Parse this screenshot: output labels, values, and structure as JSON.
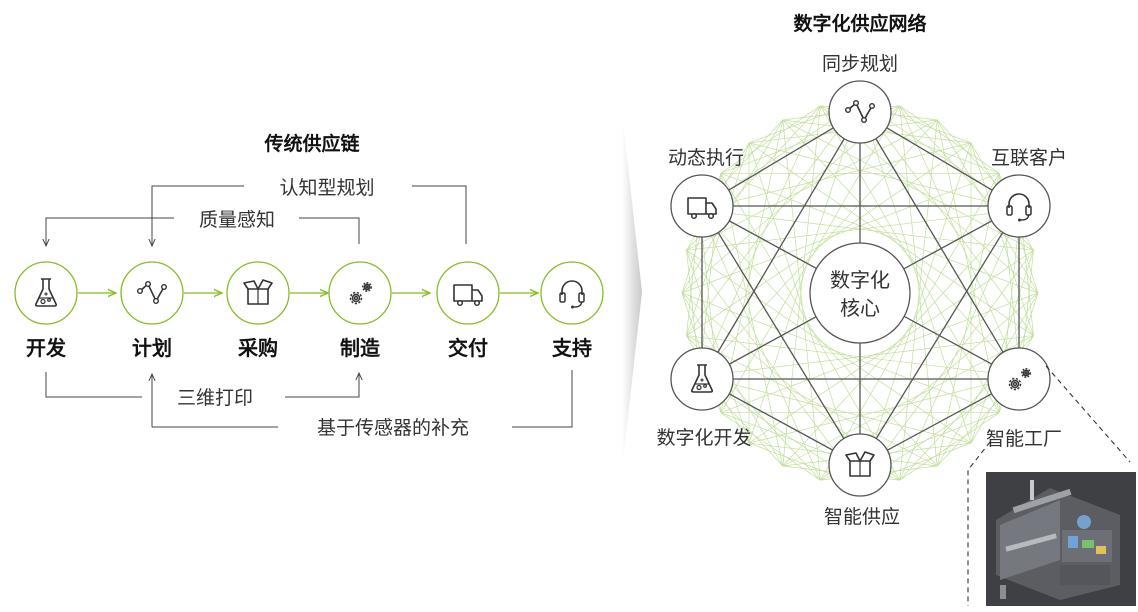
{
  "traditional": {
    "title": "传统供应链",
    "stages": [
      {
        "label": "开发",
        "icon": "flask-icon"
      },
      {
        "label": "计划",
        "icon": "trend-line-icon"
      },
      {
        "label": "采购",
        "icon": "box-icon"
      },
      {
        "label": "制造",
        "icon": "gears-icon"
      },
      {
        "label": "交付",
        "icon": "truck-icon"
      },
      {
        "label": "支持",
        "icon": "headset-icon"
      }
    ],
    "feedback": {
      "cognitive_planning": "认知型规划",
      "quality_sensing": "质量感知",
      "printing_3d": "三维打印",
      "sensor_replenishment": "基于传感器的补充"
    }
  },
  "network": {
    "title": "数字化供应网络",
    "core_line1": "数字化",
    "core_line2": "核心",
    "nodes": [
      {
        "label": "同步规划",
        "icon": "trend-line-icon"
      },
      {
        "label": "互联客户",
        "icon": "headset-icon"
      },
      {
        "label": "智能工厂",
        "icon": "gears-icon"
      },
      {
        "label": "智能供应",
        "icon": "box-icon"
      },
      {
        "label": "数字化开发",
        "icon": "flask-icon"
      },
      {
        "label": "动态执行",
        "icon": "truck-icon"
      }
    ],
    "factory_image": "smart-factory-illustration"
  },
  "colors": {
    "accent_green": "#86bc25",
    "mesh_green": "#b5d98a",
    "line": "#555555",
    "text": "#222222"
  }
}
